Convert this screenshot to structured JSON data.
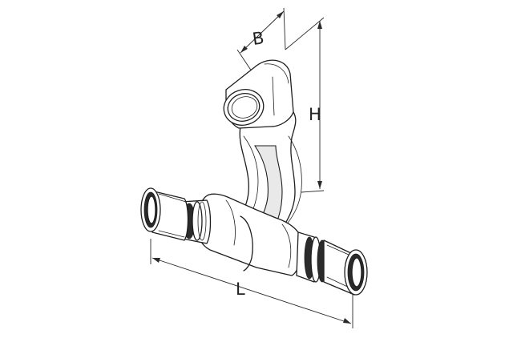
{
  "dimensions": {
    "B": "B",
    "H": "H",
    "L": "L"
  }
}
